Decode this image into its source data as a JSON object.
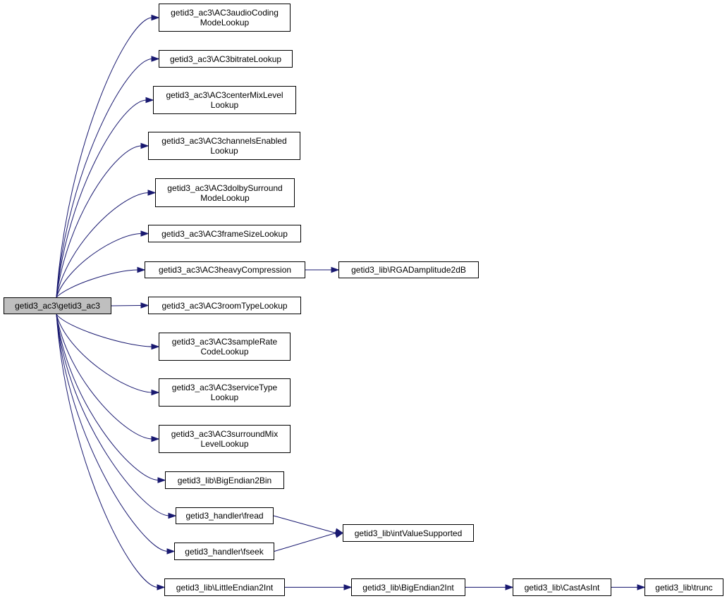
{
  "diagram": {
    "root": {
      "id": "root",
      "label": "getid3_ac3\\getid3_ac3"
    },
    "nodes": [
      {
        "id": "n1",
        "label": "getid3_ac3\\AC3audioCoding\nModeLookup"
      },
      {
        "id": "n2",
        "label": "getid3_ac3\\AC3bitrateLookup"
      },
      {
        "id": "n3",
        "label": "getid3_ac3\\AC3centerMixLevel\nLookup"
      },
      {
        "id": "n4",
        "label": "getid3_ac3\\AC3channelsEnabled\nLookup"
      },
      {
        "id": "n5",
        "label": "getid3_ac3\\AC3dolbySurround\nModeLookup"
      },
      {
        "id": "n6",
        "label": "getid3_ac3\\AC3frameSizeLookup"
      },
      {
        "id": "n7",
        "label": "getid3_ac3\\AC3heavyCompression"
      },
      {
        "id": "n8",
        "label": "getid3_lib\\RGADamplitude2dB"
      },
      {
        "id": "n9",
        "label": "getid3_ac3\\AC3roomTypeLookup"
      },
      {
        "id": "n10",
        "label": "getid3_ac3\\AC3sampleRate\nCodeLookup"
      },
      {
        "id": "n11",
        "label": "getid3_ac3\\AC3serviceType\nLookup"
      },
      {
        "id": "n12",
        "label": "getid3_ac3\\AC3surroundMix\nLevelLookup"
      },
      {
        "id": "n13",
        "label": "getid3_lib\\BigEndian2Bin"
      },
      {
        "id": "n14",
        "label": "getid3_handler\\fread"
      },
      {
        "id": "n15",
        "label": "getid3_lib\\intValueSupported"
      },
      {
        "id": "n16",
        "label": "getid3_handler\\fseek"
      },
      {
        "id": "n17",
        "label": "getid3_lib\\LittleEndian2Int"
      },
      {
        "id": "n18",
        "label": "getid3_lib\\BigEndian2Int"
      },
      {
        "id": "n19",
        "label": "getid3_lib\\CastAsInt"
      },
      {
        "id": "n20",
        "label": "getid3_lib\\trunc"
      }
    ],
    "edges": [
      [
        "root",
        "n1"
      ],
      [
        "root",
        "n2"
      ],
      [
        "root",
        "n3"
      ],
      [
        "root",
        "n4"
      ],
      [
        "root",
        "n5"
      ],
      [
        "root",
        "n6"
      ],
      [
        "root",
        "n7"
      ],
      [
        "root",
        "n9"
      ],
      [
        "root",
        "n10"
      ],
      [
        "root",
        "n11"
      ],
      [
        "root",
        "n12"
      ],
      [
        "root",
        "n13"
      ],
      [
        "root",
        "n14"
      ],
      [
        "root",
        "n16"
      ],
      [
        "root",
        "n17"
      ],
      [
        "n7",
        "n8"
      ],
      [
        "n14",
        "n15"
      ],
      [
        "n16",
        "n15"
      ],
      [
        "n17",
        "n18"
      ],
      [
        "n18",
        "n19"
      ],
      [
        "n19",
        "n20"
      ]
    ],
    "colors": {
      "edge": "#191970",
      "root_fill": "#bfbfbf",
      "node_border": "#000000"
    }
  }
}
